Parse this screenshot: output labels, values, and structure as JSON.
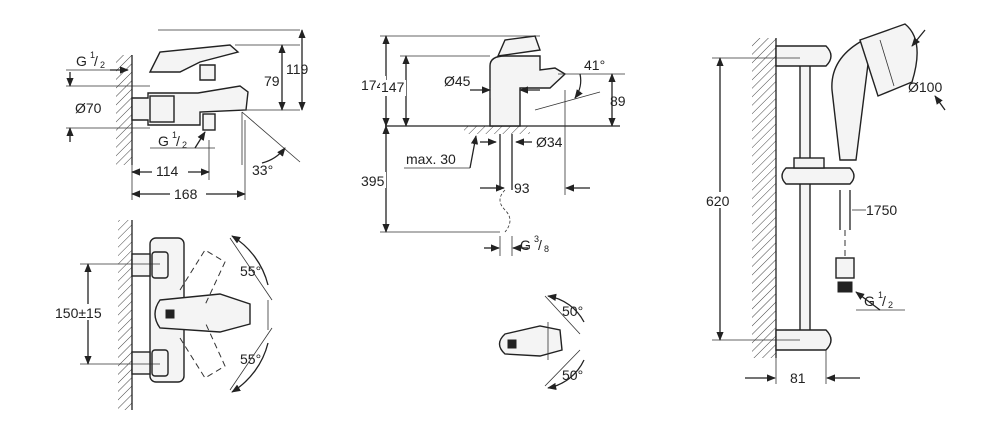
{
  "views": {
    "bath_side": {
      "thread_top_g": "G",
      "thread_top_num": "1",
      "thread_top_den": "2",
      "dim_79": "79",
      "dim_119": "119",
      "dim_d70": "Ø70",
      "thread_bottom_g": "G",
      "thread_bottom_num": "1",
      "thread_bottom_den": "2",
      "angle_33": "33°",
      "dim_114": "114",
      "dim_168": "168"
    },
    "bath_top": {
      "dim_150": "150±15",
      "angle_55_top": "55°",
      "angle_55_bottom": "55°"
    },
    "basin_side": {
      "dim_174": "174",
      "dim_147": "147",
      "dim_d45": "Ø45",
      "angle_41": "41°",
      "dim_89": "89",
      "dim_d34": "Ø34",
      "dim_max30": "max. 30",
      "dim_395": "395",
      "dim_93": "93",
      "thread_g": "G",
      "thread_num": "3",
      "thread_den": "8"
    },
    "basin_top": {
      "angle_50_top": "50°",
      "angle_50_bottom": "50°"
    },
    "shower": {
      "dim_d100": "Ø100",
      "dim_620": "620",
      "dim_1750": "1750",
      "thread_g": "G",
      "thread_num": "1",
      "thread_den": "2",
      "dim_81": "81"
    }
  }
}
